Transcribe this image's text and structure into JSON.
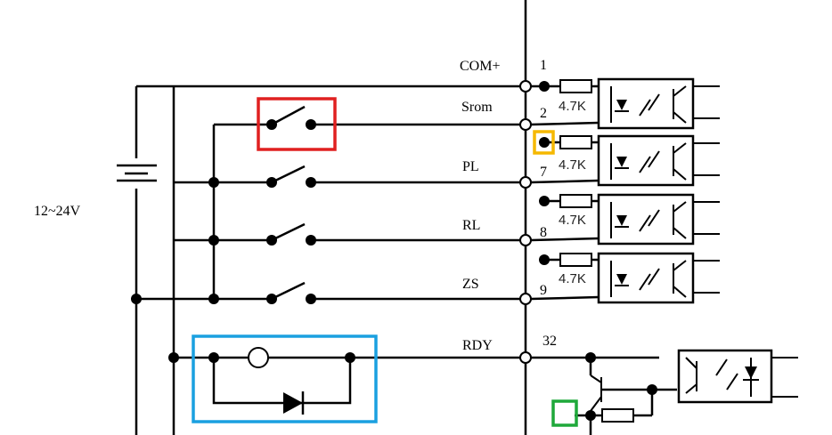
{
  "supply_label": "12~24V",
  "terminals": [
    {
      "signal": "COM+",
      "pin": "1"
    },
    {
      "signal": "Srom",
      "pin": "2"
    },
    {
      "signal": "PL",
      "pin": "7"
    },
    {
      "signal": "RL",
      "pin": "8"
    },
    {
      "signal": "ZS",
      "pin": "9"
    },
    {
      "signal": "RDY",
      "pin": "32"
    }
  ],
  "resistors": [
    "4.7K",
    "4.7K",
    "4.7K",
    "4.7K"
  ],
  "highlights": {
    "red": "#e02020",
    "orange": "#f5b800",
    "blue": "#1aa0e0",
    "green": "#1fa83a"
  }
}
